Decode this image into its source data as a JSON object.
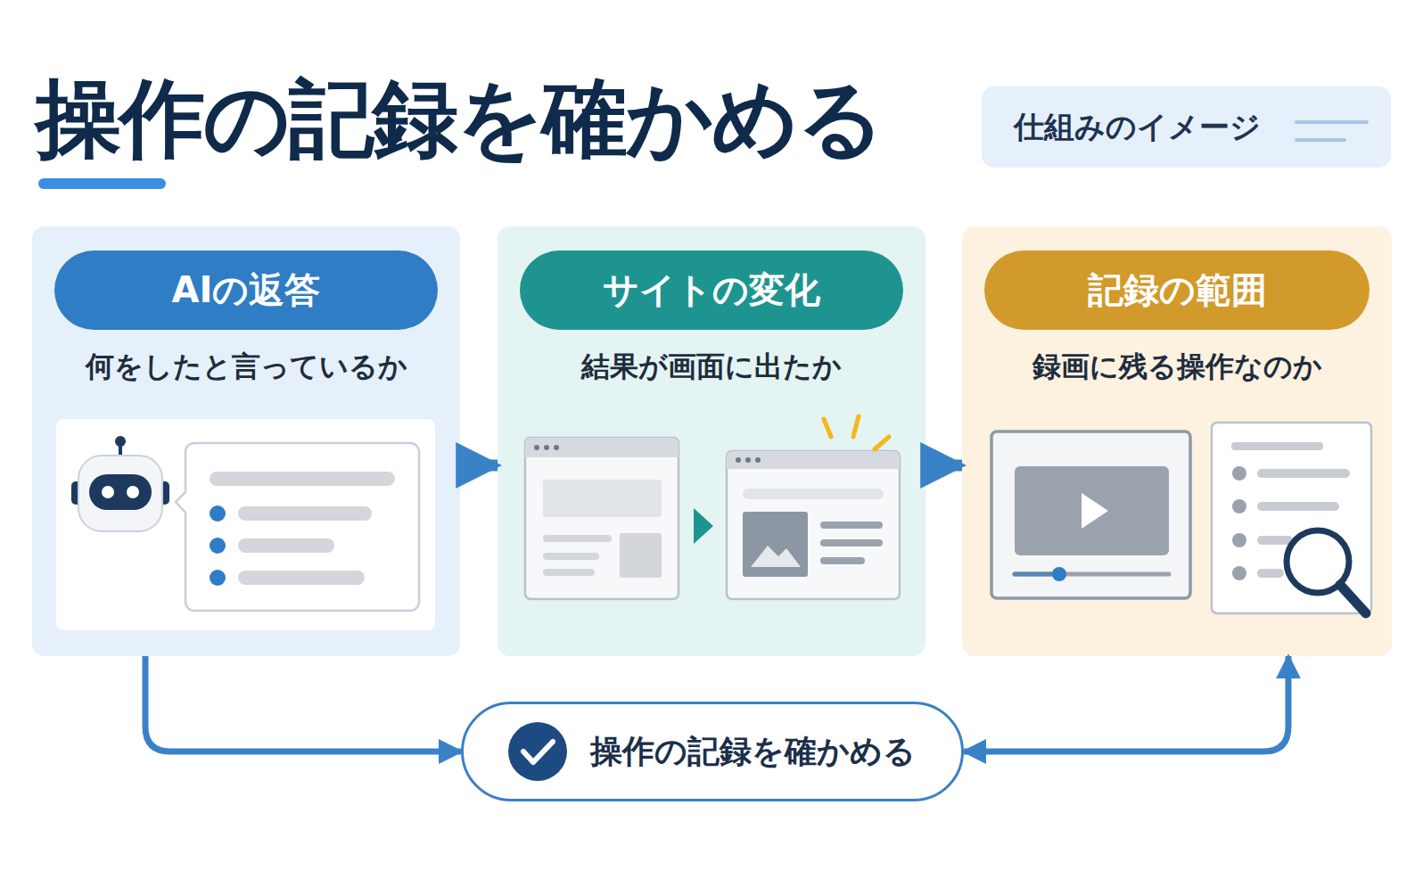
{
  "diagram": {
    "title": "操作の記録を確かめる",
    "nodes": [
      {
        "text": [
          "仕組みのイメージ"
        ]
      },
      {
        "text": [
          "何をしたと言っているか"
        ]
      },
      {
        "text": [
          "AIの返答"
        ],
        "in": 1
      },
      {
        "text": [
          "結果が画面に出たか"
        ]
      },
      {
        "text": [
          "サイトの変化"
        ],
        "in": 3
      },
      {
        "text": [
          "録画に残る操作なのか"
        ]
      },
      {
        "text": [
          "記録の範囲"
        ],
        "in": 5
      },
      {
        "text": [
          "操作の記録を確かめる"
        ]
      }
    ],
    "edges": [
      {
        "from": 1,
        "to": 3,
        "arrow": "to"
      },
      {
        "from": 3,
        "to": 5,
        "arrow": "to"
      },
      {
        "from": 1,
        "to": 7,
        "arrow": "to"
      },
      {
        "from": 7,
        "to": 5,
        "arrow": "both"
      }
    ]
  }
}
